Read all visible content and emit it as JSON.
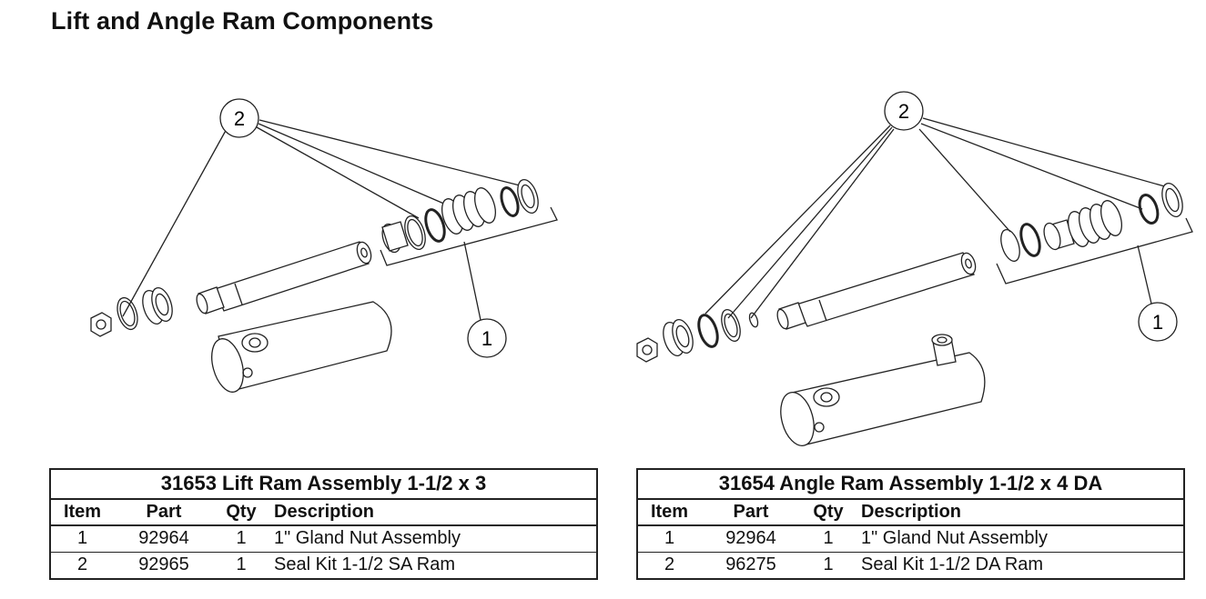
{
  "page": {
    "title": "Lift and Angle Ram Components"
  },
  "left_diagram": {
    "callouts": [
      "2",
      "1"
    ]
  },
  "right_diagram": {
    "callouts": [
      "2",
      "1"
    ]
  },
  "tables": [
    {
      "title": "31653  Lift Ram Assembly 1-1/2 x 3",
      "headers": {
        "item": "Item",
        "part": "Part",
        "qty": "Qty",
        "description": "Description"
      },
      "rows": [
        {
          "item": "1",
          "part": "92964",
          "qty": "1",
          "description": "1\" Gland Nut Assembly"
        },
        {
          "item": "2",
          "part": "92965",
          "qty": "1",
          "description": "Seal Kit 1-1/2 SA Ram"
        }
      ]
    },
    {
      "title": "31654  Angle Ram Assembly 1-1/2 x 4 DA",
      "headers": {
        "item": "Item",
        "part": "Part",
        "qty": "Qty",
        "description": "Description"
      },
      "rows": [
        {
          "item": "1",
          "part": "92964",
          "qty": "1",
          "description": "1\" Gland Nut Assembly"
        },
        {
          "item": "2",
          "part": "96275",
          "qty": "1",
          "description": "Seal Kit 1-1/2 DA Ram"
        }
      ]
    }
  ]
}
